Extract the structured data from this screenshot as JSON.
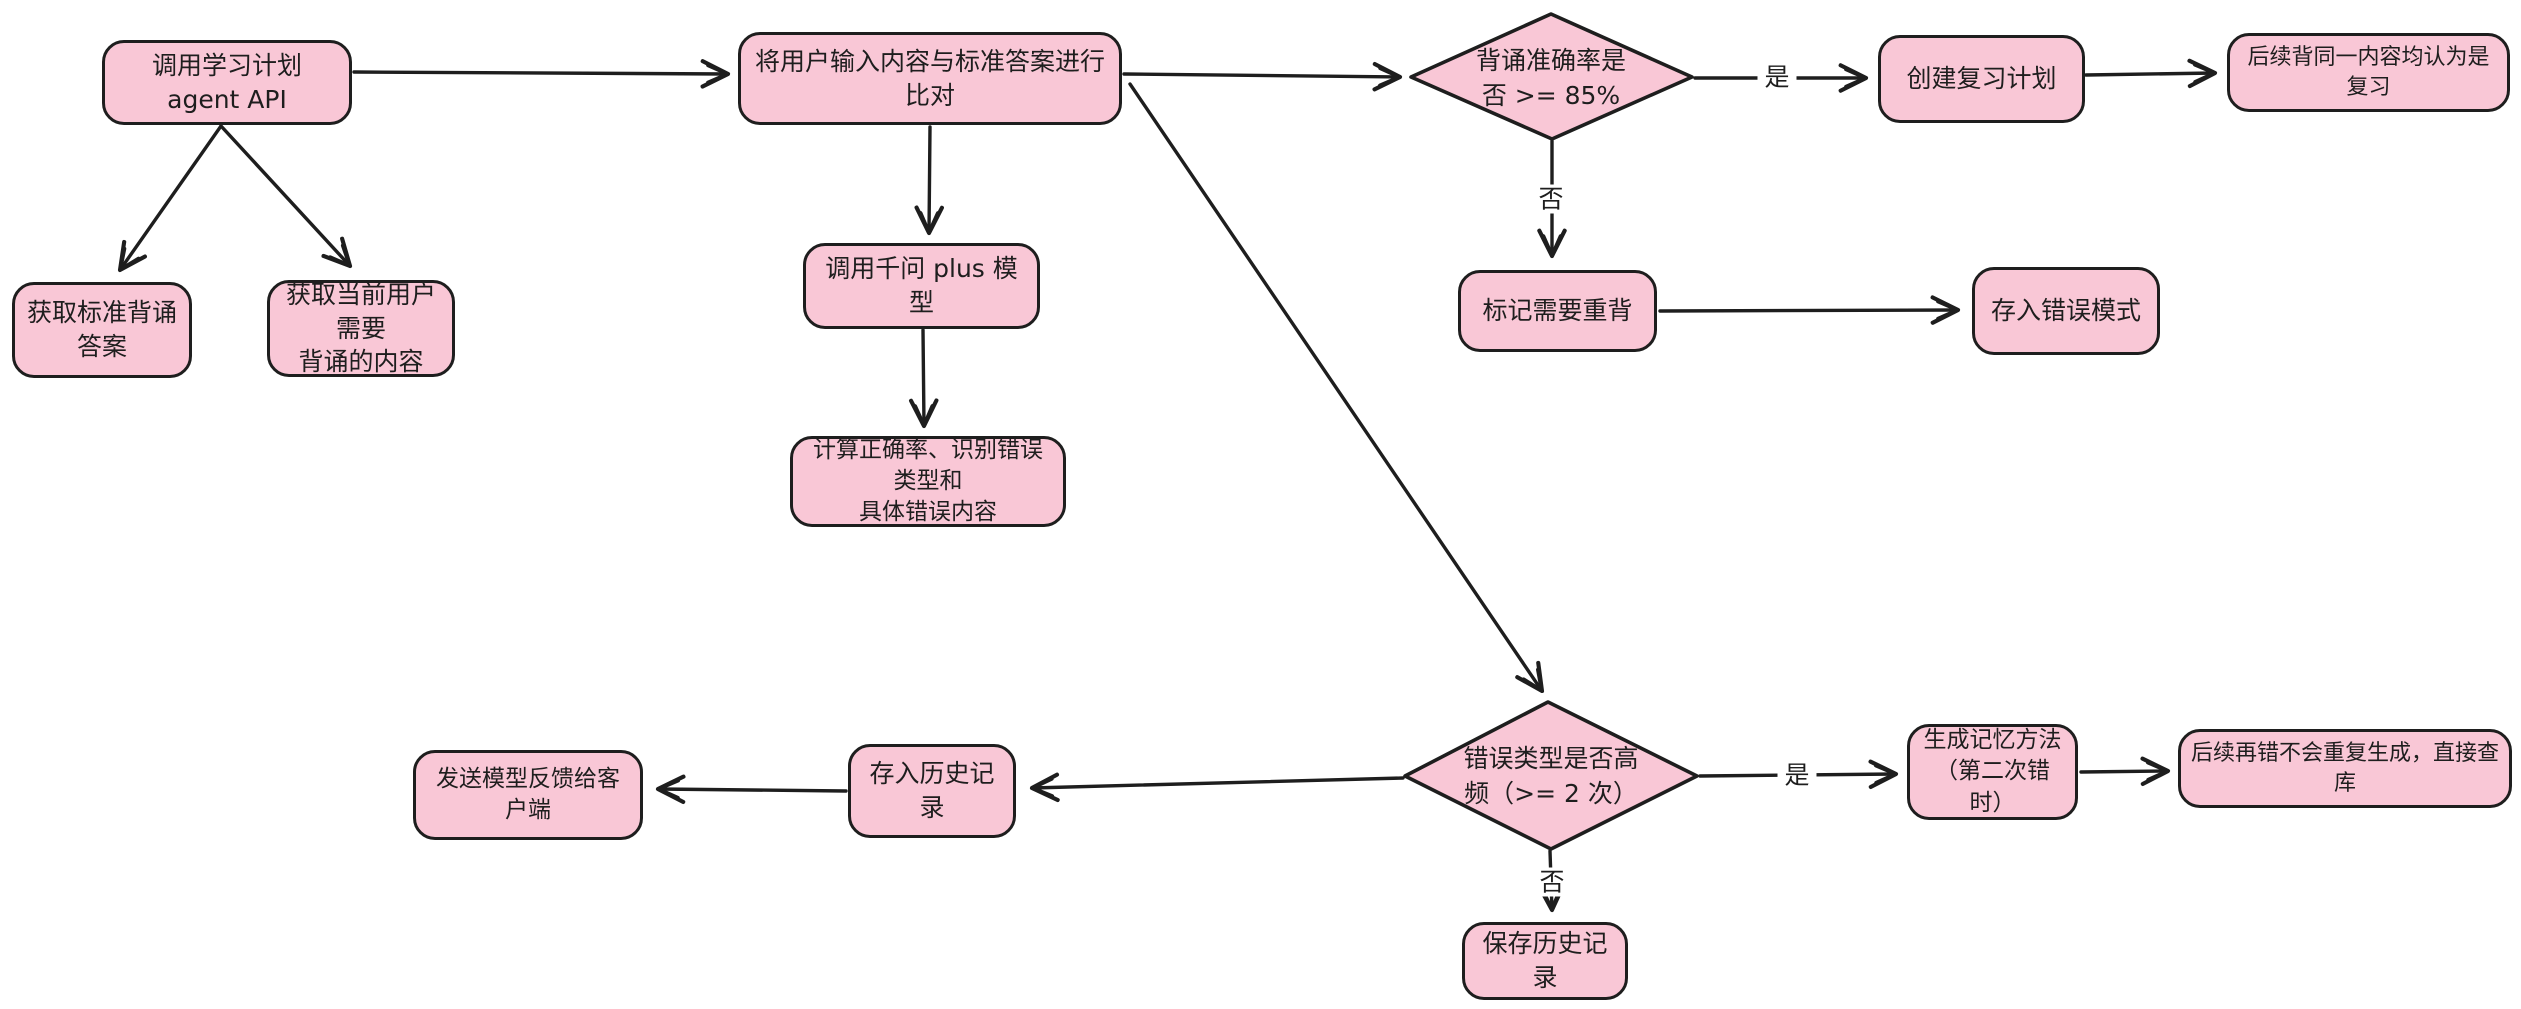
{
  "diagram": {
    "colors": {
      "node_fill": "#f9c7d6",
      "stroke": "#1e1e1e",
      "background": "#ffffff"
    },
    "nodes": {
      "call_api": "调用学习计划 agent API",
      "get_standard_answer": "获取标准背诵答案",
      "get_user_content": "获取当前用户需要\n背诵的内容",
      "compare_input": "将用户输入内容与标准答案进行比对",
      "call_qwen_plus": "调用千问 plus 模型",
      "calc_accuracy": "计算正确率、识别错误类型和\n具体错误内容",
      "accuracy_decision": "背诵准确率是\n否 >= 85%",
      "create_review_plan": "创建复习计划",
      "later_is_review": "后续背同一内容均认为是复习",
      "mark_redo": "标记需要重背",
      "store_error_pattern": "存入错误模式",
      "frequency_decision": "错误类型是否高\n频（>= 2 次）",
      "gen_memory_method": "生成记忆方法\n（第二次错时）",
      "no_regenerate": "后续再错不会重复生成，直接查库",
      "store_history": "存入历史记录",
      "send_feedback": "发送模型反馈给客户端",
      "save_history": "保存历史记录"
    },
    "edge_labels": {
      "accuracy_yes": "是",
      "accuracy_no": "否",
      "frequency_yes": "是",
      "frequency_no": "否"
    }
  }
}
